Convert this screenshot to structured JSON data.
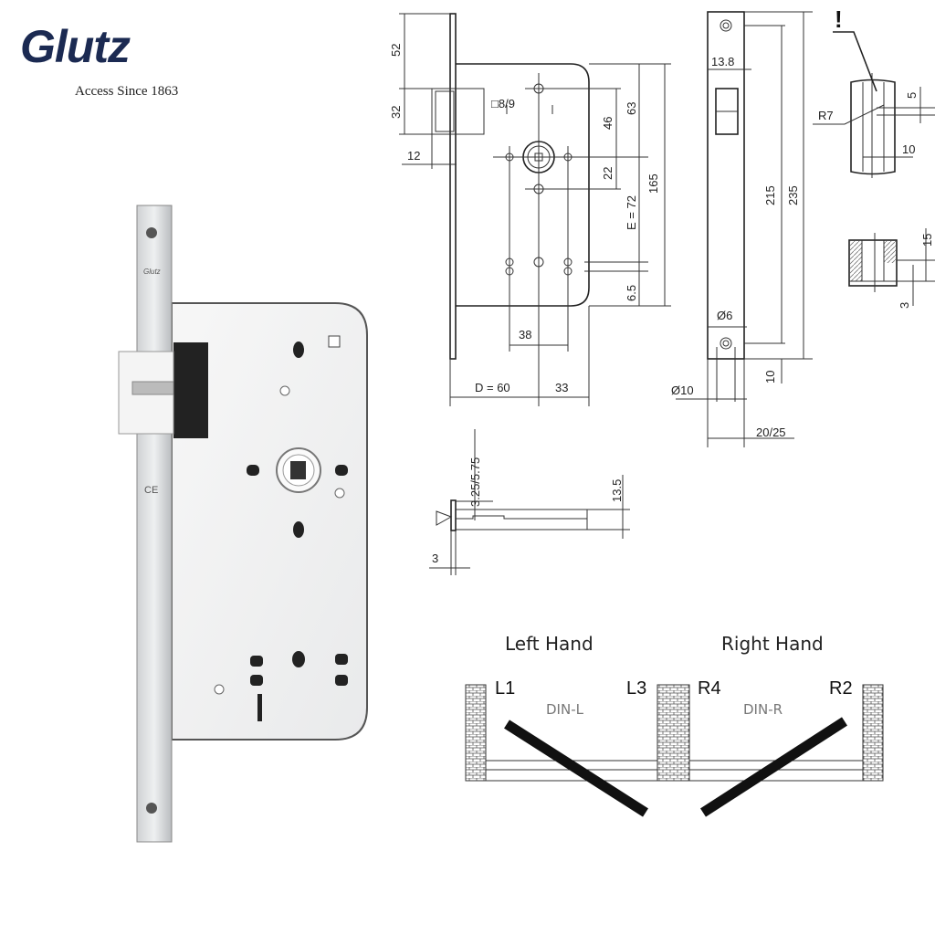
{
  "brand": {
    "name": "Glutz",
    "tagline": "Access Since 1863",
    "color": "#1b2a52"
  },
  "photo": {
    "faceplate_mark": "Glutz",
    "ce_mark": "CE"
  },
  "front_view": {
    "dims": {
      "d52": "52",
      "d32": "32",
      "d12": "12",
      "spindle": "□8/9",
      "d46": "46",
      "d63": "63",
      "d22": "22",
      "e72": "E = 72",
      "d165": "165",
      "d65": "6.5",
      "d38": "38",
      "d60": "D = 60",
      "d33": "33"
    }
  },
  "faceplate_view": {
    "dims": {
      "d138": "13.8",
      "d215": "215",
      "d235": "235",
      "d6": "Ø6",
      "d10": "10",
      "dia10": "Ø10",
      "d2025": "20/25"
    }
  },
  "detail_view": {
    "dims": {
      "warning": "!",
      "r7": "R7",
      "d5": "5",
      "d10": "10",
      "d15": "15",
      "d3": "3"
    }
  },
  "latch_view": {
    "dims": {
      "d325": "3.25/5.75",
      "d135": "13.5",
      "d3": "3"
    }
  },
  "handing": {
    "left_title": "Left Hand",
    "right_title": "Right Hand",
    "l1": "L1",
    "l3": "L3",
    "r4": "R4",
    "r2": "R2",
    "din_l": "DIN-L",
    "din_r": "DIN-R"
  }
}
